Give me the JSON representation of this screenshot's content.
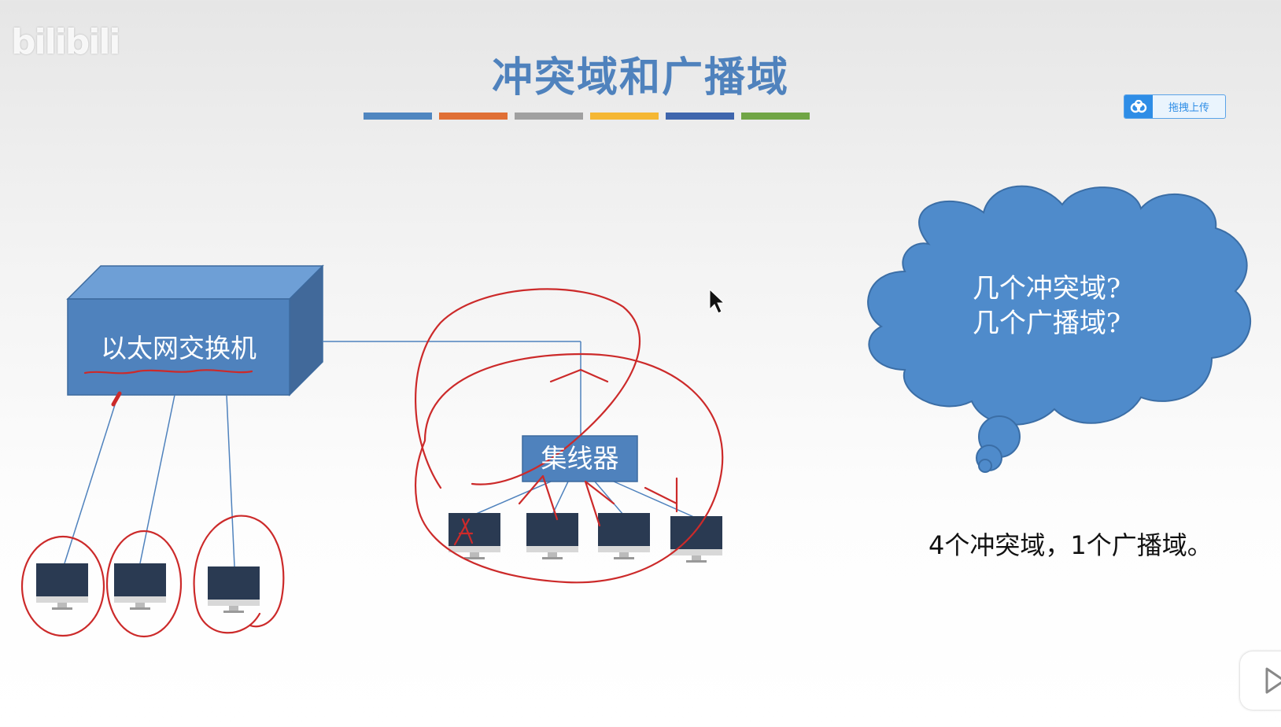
{
  "watermark": "bilibili",
  "title": "冲突域和广播域",
  "stripe_colors": [
    "#4f86c0",
    "#e06f35",
    "#a0a0a0",
    "#f5b733",
    "#3f66ad",
    "#70a545"
  ],
  "upload_button": {
    "label": "拖拽上传",
    "icon": "cloud-share-icon"
  },
  "switch_label": "以太网交换机",
  "hub_label": "集线器",
  "cloud": {
    "line1": "几个冲突域?",
    "line2": "几个广播域?"
  },
  "answer": "4个冲突域，1个广播域。",
  "colors": {
    "shape_fill": "#4f82bd",
    "annotation_red": "#cc2a2a",
    "monitor": "#2a3a52"
  }
}
